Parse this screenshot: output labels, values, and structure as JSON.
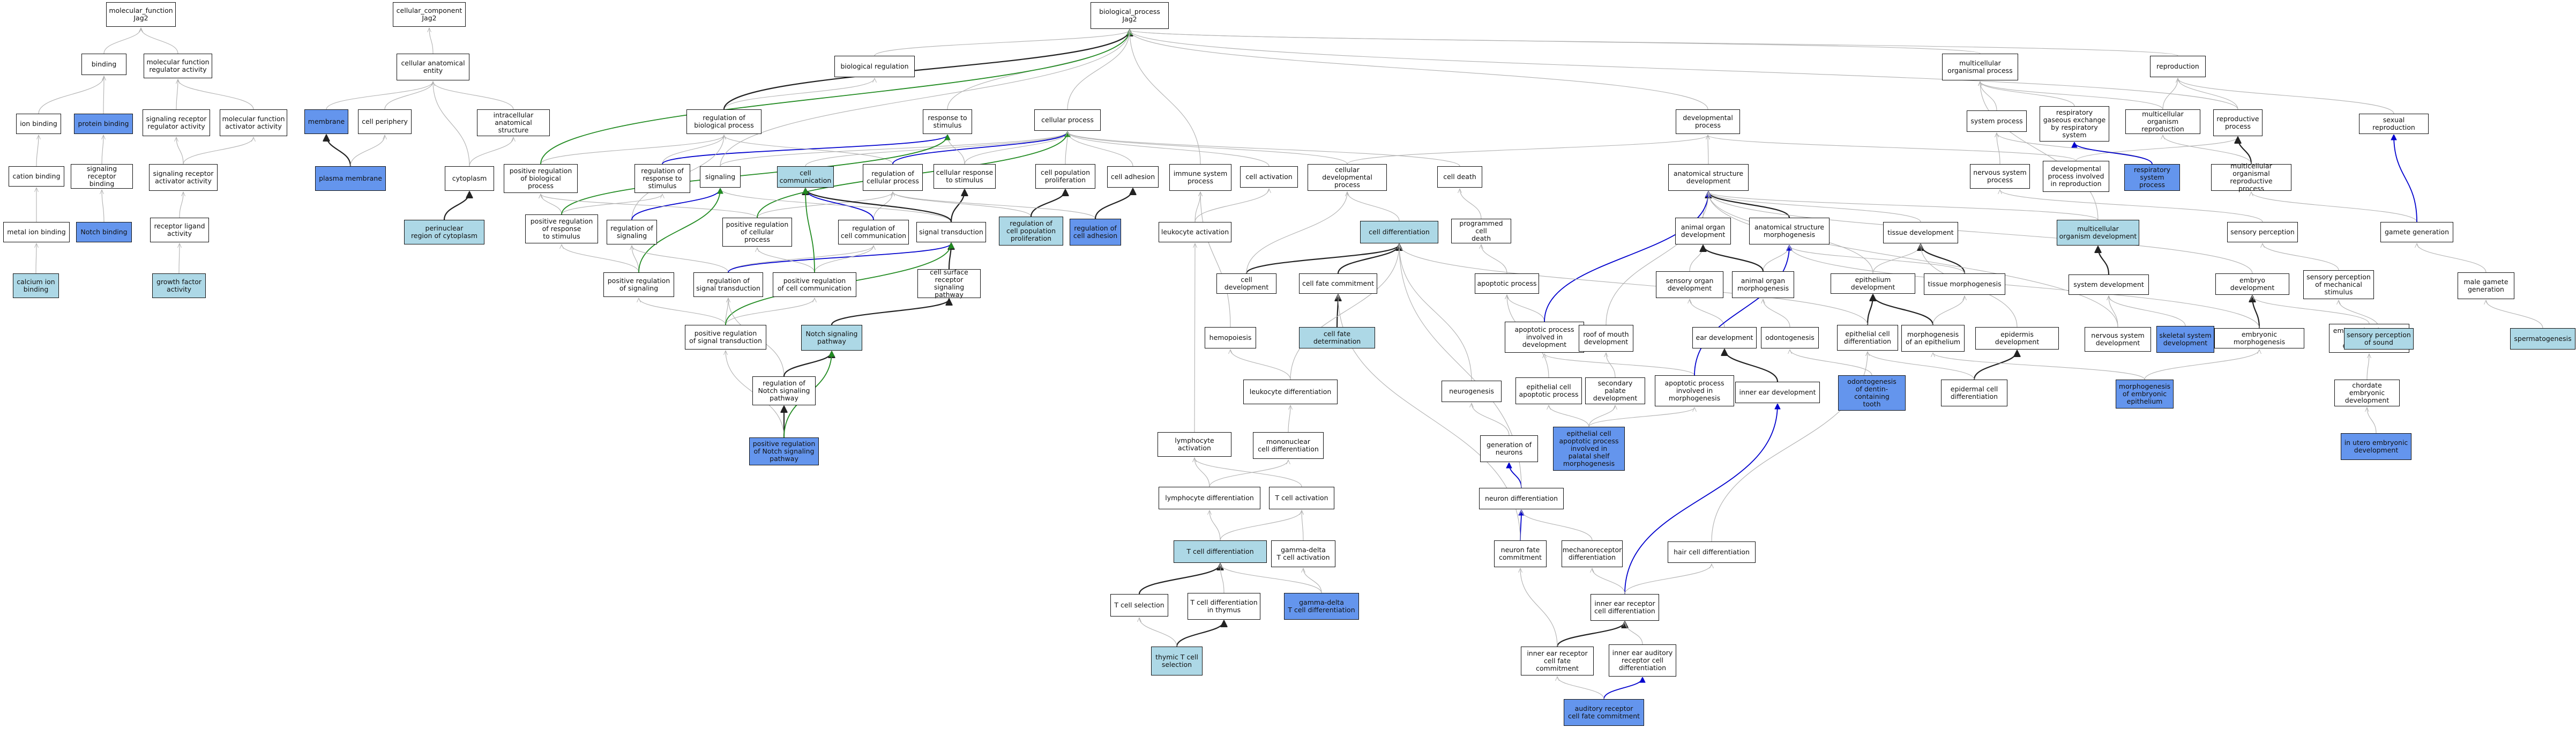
{
  "legend": {
    "colors": {
      "default": "#ffffff",
      "light": "#add8e6",
      "medium": "#6495ed"
    }
  },
  "edge_colors": {
    "is_a": "#b0b0b0",
    "part_of": "#222222",
    "positively_regulates": "#228b22",
    "regulates": "#0000cd"
  },
  "nodes": {
    "mf": {
      "label": "molecular_function\nJag2",
      "style": "root"
    },
    "cc": {
      "label": "cellular_component\nJag2",
      "style": "root"
    },
    "bp": {
      "label": "biological_process\nJag2",
      "style": "root"
    },
    "binding": {
      "label": "binding",
      "style": "default"
    },
    "mf_reg": {
      "label": "molecular function\nregulator activity",
      "style": "default"
    },
    "ion_binding": {
      "label": "ion binding",
      "style": "default"
    },
    "protein_binding": {
      "label": "protein binding",
      "style": "medium"
    },
    "srra": {
      "label": "signaling receptor\nregulator activity",
      "style": "default"
    },
    "mfaa": {
      "label": "molecular function\nactivator activity",
      "style": "default"
    },
    "cation_binding": {
      "label": "cation binding",
      "style": "default"
    },
    "srb": {
      "label": "signaling receptor\nbinding",
      "style": "default"
    },
    "sraa": {
      "label": "signaling receptor\nactivator activity",
      "style": "default"
    },
    "metal_ion": {
      "label": "metal ion binding",
      "style": "default"
    },
    "notch_binding": {
      "label": "Notch binding",
      "style": "medium"
    },
    "rla": {
      "label": "receptor ligand\nactivity",
      "style": "default"
    },
    "calcium": {
      "label": "calcium ion\nbinding",
      "style": "light"
    },
    "gfa": {
      "label": "growth factor\nactivity",
      "style": "light"
    },
    "cae": {
      "label": "cellular anatomical\nentity",
      "style": "default"
    },
    "membrane": {
      "label": "membrane",
      "style": "medium"
    },
    "cell_periphery": {
      "label": "cell periphery",
      "style": "default"
    },
    "ias": {
      "label": "intracellular\nanatomical structure",
      "style": "default"
    },
    "plasma_membrane": {
      "label": "plasma membrane",
      "style": "medium"
    },
    "cytoplasm": {
      "label": "cytoplasm",
      "style": "default"
    },
    "perinuclear": {
      "label": "perinuclear\nregion of cytoplasm",
      "style": "light"
    },
    "biol_reg": {
      "label": "biological regulation",
      "style": "default"
    },
    "reg_bp": {
      "label": "regulation of\nbiological process",
      "style": "default"
    },
    "resp_stim": {
      "label": "response to\nstimulus",
      "style": "default"
    },
    "cellular_process": {
      "label": "cellular process",
      "style": "default"
    },
    "pos_reg_bp": {
      "label": "positive regulation\nof biological\nprocess",
      "style": "default"
    },
    "reg_resp_stim": {
      "label": "regulation of\nresponse to\nstimulus",
      "style": "default"
    },
    "signaling": {
      "label": "signaling",
      "style": "default"
    },
    "cell_comm": {
      "label": "cell communication",
      "style": "light"
    },
    "reg_cell_proc": {
      "label": "regulation of\ncellular process",
      "style": "default"
    },
    "cell_resp_stim": {
      "label": "cellular response\nto stimulus",
      "style": "default"
    },
    "cell_pop_prolif": {
      "label": "cell population\nproliferation",
      "style": "default"
    },
    "cell_adhesion": {
      "label": "cell adhesion",
      "style": "default"
    },
    "pos_reg_resp": {
      "label": "positive regulation\nof response\nto stimulus",
      "style": "default"
    },
    "reg_signaling": {
      "label": "regulation of\nsignaling",
      "style": "default"
    },
    "pos_reg_cell_proc": {
      "label": "positive regulation\nof cellular\nprocess",
      "style": "default"
    },
    "reg_cell_comm": {
      "label": "regulation of\ncell communication",
      "style": "default"
    },
    "signal_trans": {
      "label": "signal transduction",
      "style": "default"
    },
    "reg_cell_pop": {
      "label": "regulation of\ncell population\nproliferation",
      "style": "light"
    },
    "reg_cell_adh": {
      "label": "regulation of\ncell adhesion",
      "style": "medium"
    },
    "pos_reg_signaling": {
      "label": "positive regulation\nof signaling",
      "style": "default"
    },
    "reg_sig_trans": {
      "label": "regulation of\nsignal transduction",
      "style": "default"
    },
    "pos_reg_cell_comm": {
      "label": "positive regulation\nof cell communication",
      "style": "default"
    },
    "csrsp": {
      "label": "cell surface\nreceptor signaling\npathway",
      "style": "default"
    },
    "pos_reg_sig_trans": {
      "label": "positive regulation\nof signal transduction",
      "style": "default"
    },
    "notch_pathway": {
      "label": "Notch signaling\npathway",
      "style": "light"
    },
    "reg_notch": {
      "label": "regulation of\nNotch signaling\npathway",
      "style": "default"
    },
    "pos_reg_notch": {
      "label": "positive regulation\nof Notch signaling\npathway",
      "style": "medium"
    },
    "immune_sys": {
      "label": "immune system\nprocess",
      "style": "default"
    },
    "cell_activation": {
      "label": "cell activation",
      "style": "default"
    },
    "leuko_activation": {
      "label": "leukocyte activation",
      "style": "default"
    },
    "cell_dev_proc": {
      "label": "cellular developmental\nprocess",
      "style": "default"
    },
    "cell_death": {
      "label": "cell death",
      "style": "default"
    },
    "cell_diff": {
      "label": "cell differentiation",
      "style": "light"
    },
    "pcd": {
      "label": "programmed cell\ndeath",
      "style": "default"
    },
    "cell_dev": {
      "label": "cell development",
      "style": "default"
    },
    "cell_fate_commit": {
      "label": "cell fate commitment",
      "style": "default"
    },
    "apoptotic": {
      "label": "apoptotic process",
      "style": "default"
    },
    "hemopoiesis": {
      "label": "hemopoiesis",
      "style": "default"
    },
    "cell_fate_det": {
      "label": "cell fate determination",
      "style": "light"
    },
    "leuko_diff": {
      "label": "leukocyte differentiation",
      "style": "default"
    },
    "lympho_activation": {
      "label": "lymphocyte activation",
      "style": "default"
    },
    "mono_diff": {
      "label": "mononuclear\ncell differentiation",
      "style": "default"
    },
    "lympho_diff": {
      "label": "lymphocyte differentiation",
      "style": "default"
    },
    "t_activation": {
      "label": "T cell activation",
      "style": "default"
    },
    "t_diff": {
      "label": "T cell differentiation",
      "style": "light"
    },
    "gd_activation": {
      "label": "gamma-delta\nT cell activation",
      "style": "default"
    },
    "t_selection": {
      "label": "T cell selection",
      "style": "default"
    },
    "t_diff_thymus": {
      "label": "T cell differentiation\nin thymus",
      "style": "default"
    },
    "gd_diff": {
      "label": "gamma-delta\nT cell differentiation",
      "style": "medium"
    },
    "thymic_t": {
      "label": "thymic T cell\nselection",
      "style": "light"
    },
    "dev_proc": {
      "label": "developmental\nprocess",
      "style": "default"
    },
    "ana_dev": {
      "label": "anatomical structure\ndevelopment",
      "style": "default"
    },
    "animal_organ_dev": {
      "label": "animal organ\ndevelopment",
      "style": "default"
    },
    "ana_morph": {
      "label": "anatomical structure\nmorphogenesis",
      "style": "default"
    },
    "tissue_dev": {
      "label": "tissue development",
      "style": "default"
    },
    "sensory_organ_dev": {
      "label": "sensory organ\ndevelopment",
      "style": "default"
    },
    "animal_organ_morph": {
      "label": "animal organ\nmorphogenesis",
      "style": "default"
    },
    "epith_dev": {
      "label": "epithelium development",
      "style": "default"
    },
    "tissue_morph": {
      "label": "tissue morphogenesis",
      "style": "default"
    },
    "apop_dev": {
      "label": "apoptotic process\ninvolved in\ndevelopment",
      "style": "default"
    },
    "roof_mouth": {
      "label": "roof of mouth\ndevelopment",
      "style": "default"
    },
    "ear_dev": {
      "label": "ear development",
      "style": "default"
    },
    "odontogenesis": {
      "label": "odontogenesis",
      "style": "default"
    },
    "epith_cell_diff": {
      "label": "epithelial cell\ndifferentiation",
      "style": "default"
    },
    "morph_epith": {
      "label": "morphogenesis\nof an epithelium",
      "style": "default"
    },
    "epiderm_dev": {
      "label": "epidermis development",
      "style": "default"
    },
    "neurogenesis": {
      "label": "neurogenesis",
      "style": "default"
    },
    "epith_apop": {
      "label": "epithelial cell\napoptotic process",
      "style": "default"
    },
    "sec_palate": {
      "label": "secondary palate\ndevelopment",
      "style": "default"
    },
    "apop_morph": {
      "label": "apoptotic process\ninvolved in\nmorphogenesis",
      "style": "default"
    },
    "inner_ear_dev": {
      "label": "inner ear development",
      "style": "default"
    },
    "odonto_dentin": {
      "label": "odontogenesis\nof dentin-containing\ntooth",
      "style": "medium"
    },
    "epiderm_cell_diff": {
      "label": "epidermal cell\ndifferentiation",
      "style": "default"
    },
    "gen_neurons": {
      "label": "generation of\nneurons",
      "style": "default"
    },
    "epith_apop_palate": {
      "label": "epithelial cell\napoptotic process\ninvolved in\npalatal shelf\nmorphogenesis",
      "style": "medium"
    },
    "neuron_diff": {
      "label": "neuron differentiation",
      "style": "default"
    },
    "neuron_fate": {
      "label": "neuron fate\ncommitment",
      "style": "default"
    },
    "mechano_diff": {
      "label": "mechanoreceptor\ndifferentiation",
      "style": "default"
    },
    "hair_cell_diff": {
      "label": "hair cell differentiation",
      "style": "default"
    },
    "ie_receptor_diff": {
      "label": "inner ear receptor\ncell differentiation",
      "style": "default"
    },
    "ie_receptor_fate": {
      "label": "inner ear receptor\ncell fate commitment",
      "style": "default"
    },
    "ie_aud_diff": {
      "label": "inner ear auditory\nreceptor cell\ndifferentiation",
      "style": "default"
    },
    "aud_fate": {
      "label": "auditory receptor\ncell fate commitment",
      "style": "medium"
    },
    "multi_org": {
      "label": "multicellular\norganismal process",
      "style": "default"
    },
    "reproduction": {
      "label": "reproduction",
      "style": "default"
    },
    "system_process": {
      "label": "system process",
      "style": "default"
    },
    "resp_gas": {
      "label": "respiratory\ngaseous exchange\nby respiratory\nsystem",
      "style": "default"
    },
    "multi_org_repro": {
      "label": "multicellular\norganism reproduction",
      "style": "default"
    },
    "repro_proc": {
      "label": "reproductive\nprocess",
      "style": "default"
    },
    "sexual_repro": {
      "label": "sexual reproduction",
      "style": "default"
    },
    "nervous_sys_proc": {
      "label": "nervous system\nprocess",
      "style": "default"
    },
    "dev_repro": {
      "label": "developmental\nprocess involved\nin reproduction",
      "style": "default"
    },
    "resp_sys_proc": {
      "label": "respiratory\nsystem process",
      "style": "medium"
    },
    "multi_org_repro_proc": {
      "label": "multicellular\norganismal reproductive\nprocess",
      "style": "default"
    },
    "multi_org_dev": {
      "label": "multicellular\norganism development",
      "style": "light"
    },
    "sensory_perception": {
      "label": "sensory perception",
      "style": "default"
    },
    "gamete_gen": {
      "label": "gamete generation",
      "style": "default"
    },
    "system_dev": {
      "label": "system development",
      "style": "default"
    },
    "embryo_dev": {
      "label": "embryo development",
      "style": "default"
    },
    "sp_mech": {
      "label": "sensory perception\nof mechanical\nstimulus",
      "style": "default"
    },
    "male_gamete": {
      "label": "male gamete\ngeneration",
      "style": "default"
    },
    "nervous_sys_dev": {
      "label": "nervous system\ndevelopment",
      "style": "default"
    },
    "skeletal_dev": {
      "label": "skeletal system\ndevelopment",
      "style": "medium"
    },
    "embryo_morph": {
      "label": "embryonic morphogenesis",
      "style": "default"
    },
    "embryo_dev_birth": {
      "label": "embryo development\nending in birth\nor egg hatching",
      "style": "default"
    },
    "sp_sound": {
      "label": "sensory perception\nof sound",
      "style": "light"
    },
    "spermatogenesis": {
      "label": "spermatogenesis",
      "style": "light"
    },
    "morph_embryo_epith": {
      "label": "morphogenesis\nof embryonic\nepithelium",
      "style": "medium"
    },
    "chordate_embryo": {
      "label": "chordate embryonic\ndevelopment",
      "style": "default"
    },
    "in_utero": {
      "label": "in utero embryonic\ndevelopment",
      "style": "medium"
    }
  }
}
